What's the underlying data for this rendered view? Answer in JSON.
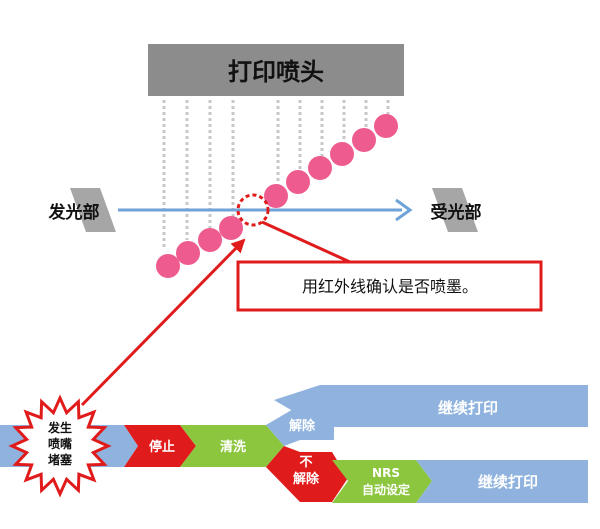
{
  "header": {
    "title": "打印喷头"
  },
  "emitter": {
    "label": "发光部"
  },
  "receiver": {
    "label": "受光部"
  },
  "callout": {
    "text": "用红外线确认是否喷墨。"
  },
  "clog": {
    "line1": "发生",
    "line2": "喷嘴",
    "line3": "堵塞"
  },
  "flow": {
    "stop": "停止",
    "clean": "清洗",
    "resolved": "解除",
    "unresolved_line1": "不",
    "unresolved_line2": "解除",
    "nrs_line1": "NRS",
    "nrs_line2": "自动设定",
    "continue_top": "继续打印",
    "continue_bottom": "继续打印"
  },
  "colors": {
    "head_gray": "#8c8c8c",
    "nozzle_dot": "#c8c8c8",
    "beam_blue": "#6fa3d8",
    "ink_pink": "#ee5b8f",
    "alert_red": "#e01b1b",
    "band_blue": "#8fb3de",
    "band_green": "#8cc63f",
    "prism_gray": "#a6a6a6"
  }
}
